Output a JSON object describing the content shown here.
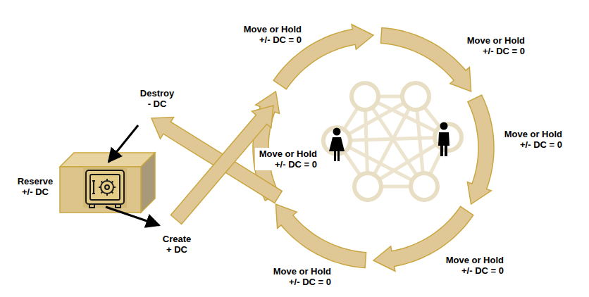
{
  "diagram": {
    "nodes": [
      {
        "text": [
          "Reserve +/- DC"
        ]
      }
    ],
    "labels": [
      "Move or Hold +/- DC = 0",
      "Move or Hold +/- DC = 0",
      "Destroy - DC",
      "Move or Hold +/- DC = 0",
      "Move or Hold +/- DC = 0",
      "Move or Hold +/- DC = 0",
      "Create + DC",
      "Move or Hold +/- DC = 0"
    ]
  }
}
